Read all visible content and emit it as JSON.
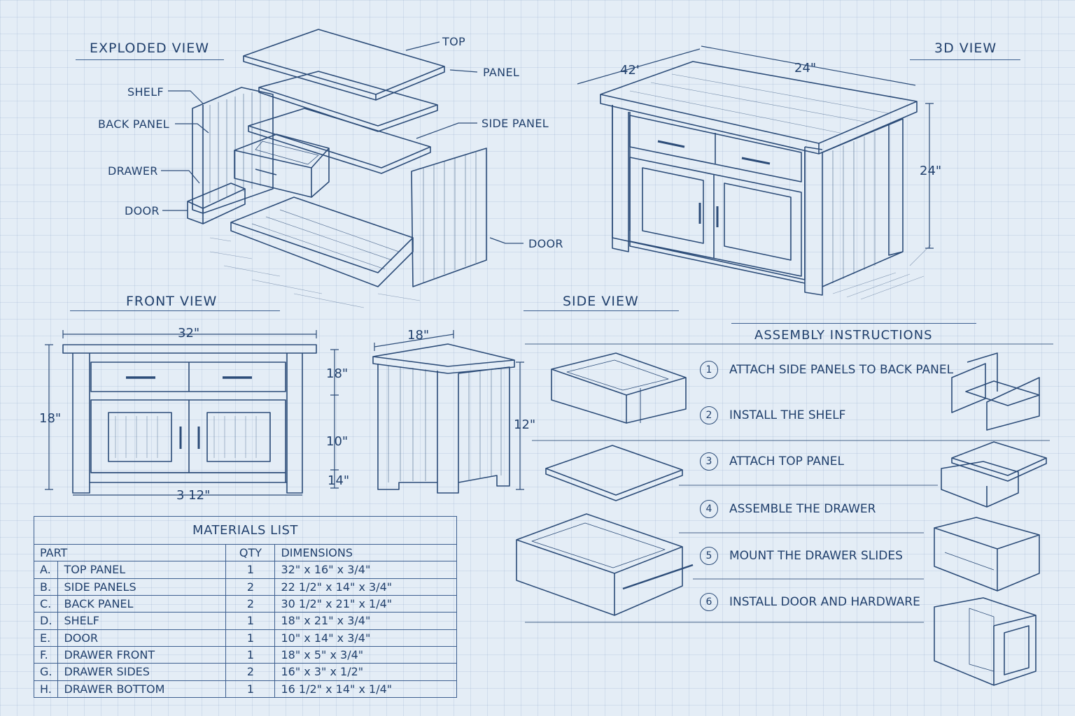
{
  "views": {
    "exploded": "EXPLODED VIEW",
    "three_d": "3D VIEW",
    "front": "FRONT VIEW",
    "side": "SIDE VIEW"
  },
  "exploded_labels": {
    "top": "TOP",
    "panel": "PANEL",
    "shelf": "SHELF",
    "back_panel": "BACK PANEL",
    "side_panel": "SIDE PANEL",
    "drawer": "DRAWER",
    "door_left": "DOOR",
    "door_right": "DOOR"
  },
  "dims_3d": {
    "depth": "42'",
    "width": "24\"",
    "height": "24\""
  },
  "dims_front": {
    "width": "32\"",
    "height": "18\"",
    "drawer": "18\"",
    "door": "10\"",
    "base": "14\"",
    "bottom": "3 12\""
  },
  "dims_side": {
    "depth": "18\"",
    "height": "12\""
  },
  "assembly": {
    "title": "ASSEMBLY INSTRUCTIONS",
    "steps": [
      {
        "num": "1",
        "text": "ATTACH SIDE PANELS TO BACK PANEL"
      },
      {
        "num": "2",
        "text": "INSTALL THE SHELF"
      },
      {
        "num": "3",
        "text": "ATTACH TOP PANEL"
      },
      {
        "num": "4",
        "text": "ASSEMBLE THE DRAWER"
      },
      {
        "num": "5",
        "text": "MOUNT THE DRAWER SLIDES"
      },
      {
        "num": "6",
        "text": "INSTALL DOOR AND HARDWARE"
      }
    ]
  },
  "materials": {
    "title": "MATERIALS LIST",
    "headers": [
      "PART",
      "",
      "QTY",
      "DIMENSIONS"
    ],
    "rows": [
      {
        "letter": "A.",
        "part": "TOP PANEL",
        "qty": "1",
        "dims": "32\" x 16\" x 3/4\""
      },
      {
        "letter": "B.",
        "part": "SIDE PANELS",
        "qty": "2",
        "dims": "22 1/2\" x 14\" x 3/4\""
      },
      {
        "letter": "C.",
        "part": "BACK PANEL",
        "qty": "2",
        "dims": "30 1/2\" x 21\" x 1/4\""
      },
      {
        "letter": "D.",
        "part": "SHELF",
        "qty": "1",
        "dims": "18\" x 21\" x 3/4\""
      },
      {
        "letter": "E.",
        "part": "DOOR",
        "qty": "1",
        "dims": "10\" x 14\" x 3/4\""
      },
      {
        "letter": "F.",
        "part": "DRAWER FRONT",
        "qty": "1",
        "dims": "18\" x 5\" x 3/4\""
      },
      {
        "letter": "G.",
        "part": "DRAWER SIDES",
        "qty": "2",
        "dims": "16\" x 3\" x 1/2\""
      },
      {
        "letter": "H.",
        "part": "DRAWER BOTTOM",
        "qty": "1",
        "dims": "16 1/2\" x 14\" x 1/4\""
      }
    ]
  }
}
